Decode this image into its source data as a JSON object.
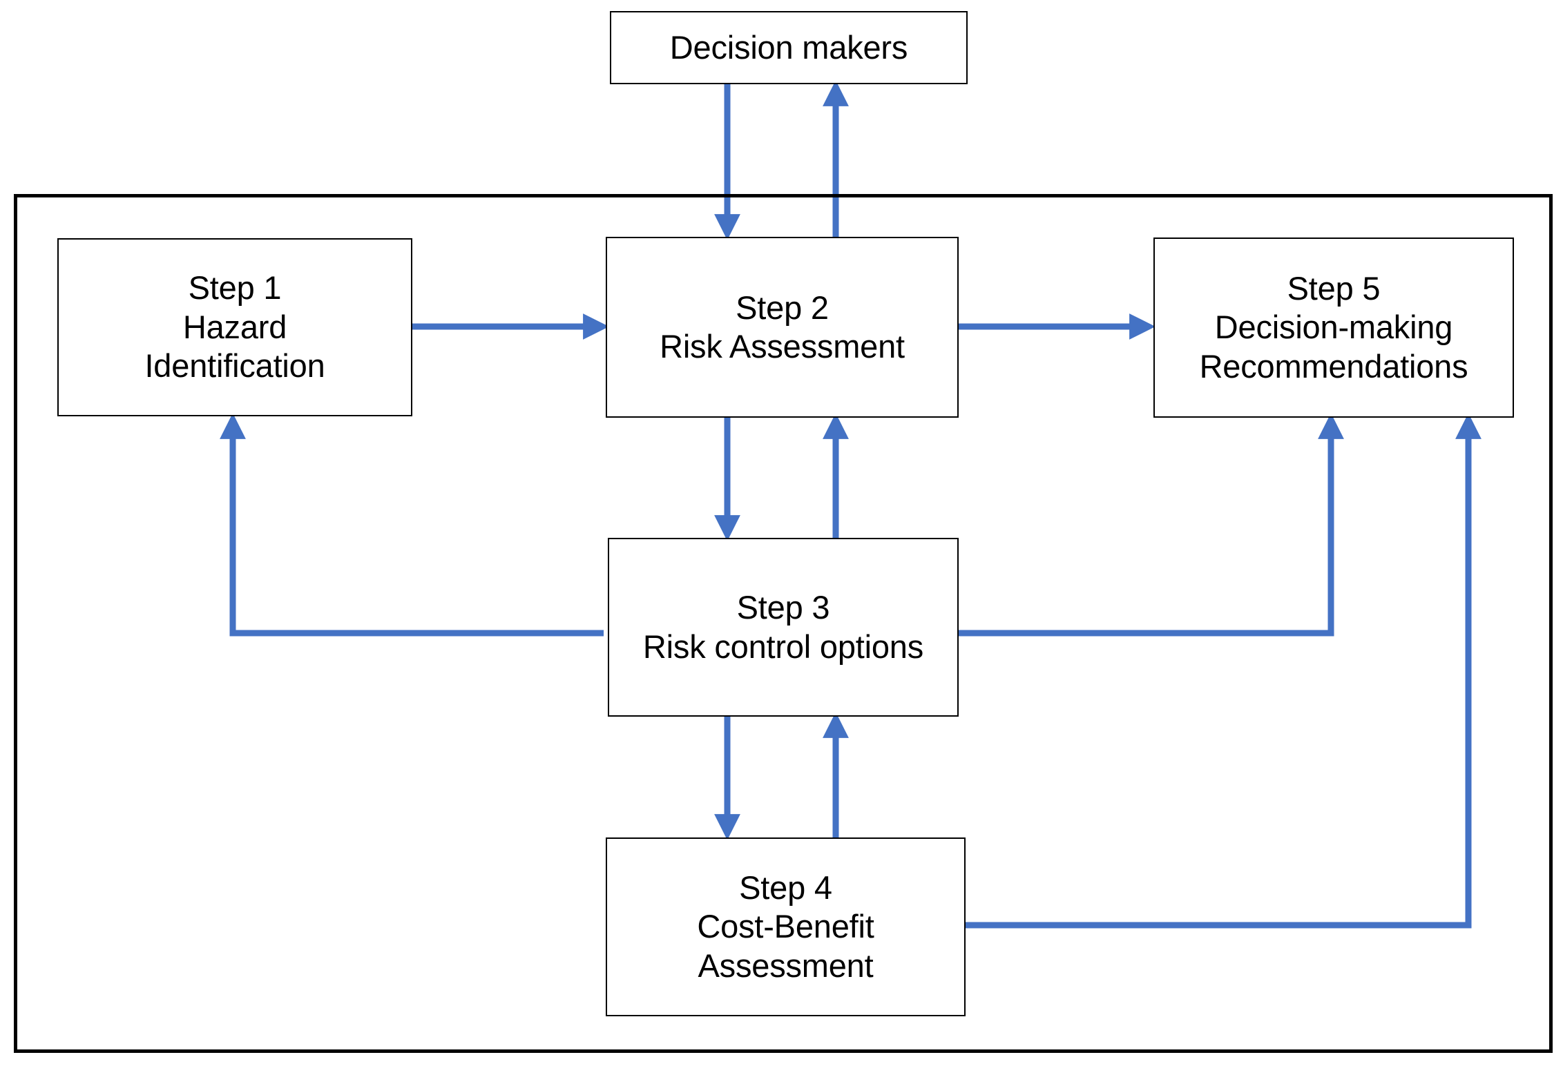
{
  "diagram": {
    "title": "Formal Safety Assessment process flowchart",
    "colors": {
      "arrow": "#4472C4",
      "box_border": "#000000",
      "frame_border": "#000000",
      "background": "#FFFFFF",
      "text": "#000000"
    },
    "outer_frame": {
      "label": ""
    },
    "nodes": [
      {
        "id": "decision-makers",
        "name": "decision-makers-box",
        "lines": [
          "Decision makers"
        ]
      },
      {
        "id": "step1",
        "name": "step-1-box",
        "lines": [
          "Step 1",
          "Hazard",
          "Identification"
        ]
      },
      {
        "id": "step2",
        "name": "step-2-box",
        "lines": [
          "Step 2",
          "Risk Assessment"
        ]
      },
      {
        "id": "step5",
        "name": "step-5-box",
        "lines": [
          "Step 5",
          "Decision-making",
          "Recommendations"
        ]
      },
      {
        "id": "step3",
        "name": "step-3-box",
        "lines": [
          "Step 3",
          "Risk control options"
        ]
      },
      {
        "id": "step4",
        "name": "step-4-box",
        "lines": [
          "Step 4",
          "Cost-Benefit",
          "Assessment"
        ]
      }
    ],
    "connectors": [
      {
        "id": "c1",
        "from": "decision-makers",
        "to": "step2",
        "label": ""
      },
      {
        "id": "c2",
        "from": "step2",
        "to": "decision-makers",
        "label": ""
      },
      {
        "id": "c3",
        "from": "step1",
        "to": "step2",
        "label": ""
      },
      {
        "id": "c4",
        "from": "step2",
        "to": "step5",
        "label": ""
      },
      {
        "id": "c5",
        "from": "step2",
        "to": "step3",
        "label": ""
      },
      {
        "id": "c6",
        "from": "step3",
        "to": "step2",
        "label": ""
      },
      {
        "id": "c7",
        "from": "step3",
        "to": "step4",
        "label": ""
      },
      {
        "id": "c8",
        "from": "step4",
        "to": "step3",
        "label": ""
      },
      {
        "id": "c9",
        "from": "step3",
        "to": "step1",
        "label": ""
      },
      {
        "id": "c10",
        "from": "step3",
        "to": "step5",
        "label": ""
      },
      {
        "id": "c11",
        "from": "step4",
        "to": "step5",
        "label": ""
      }
    ]
  }
}
